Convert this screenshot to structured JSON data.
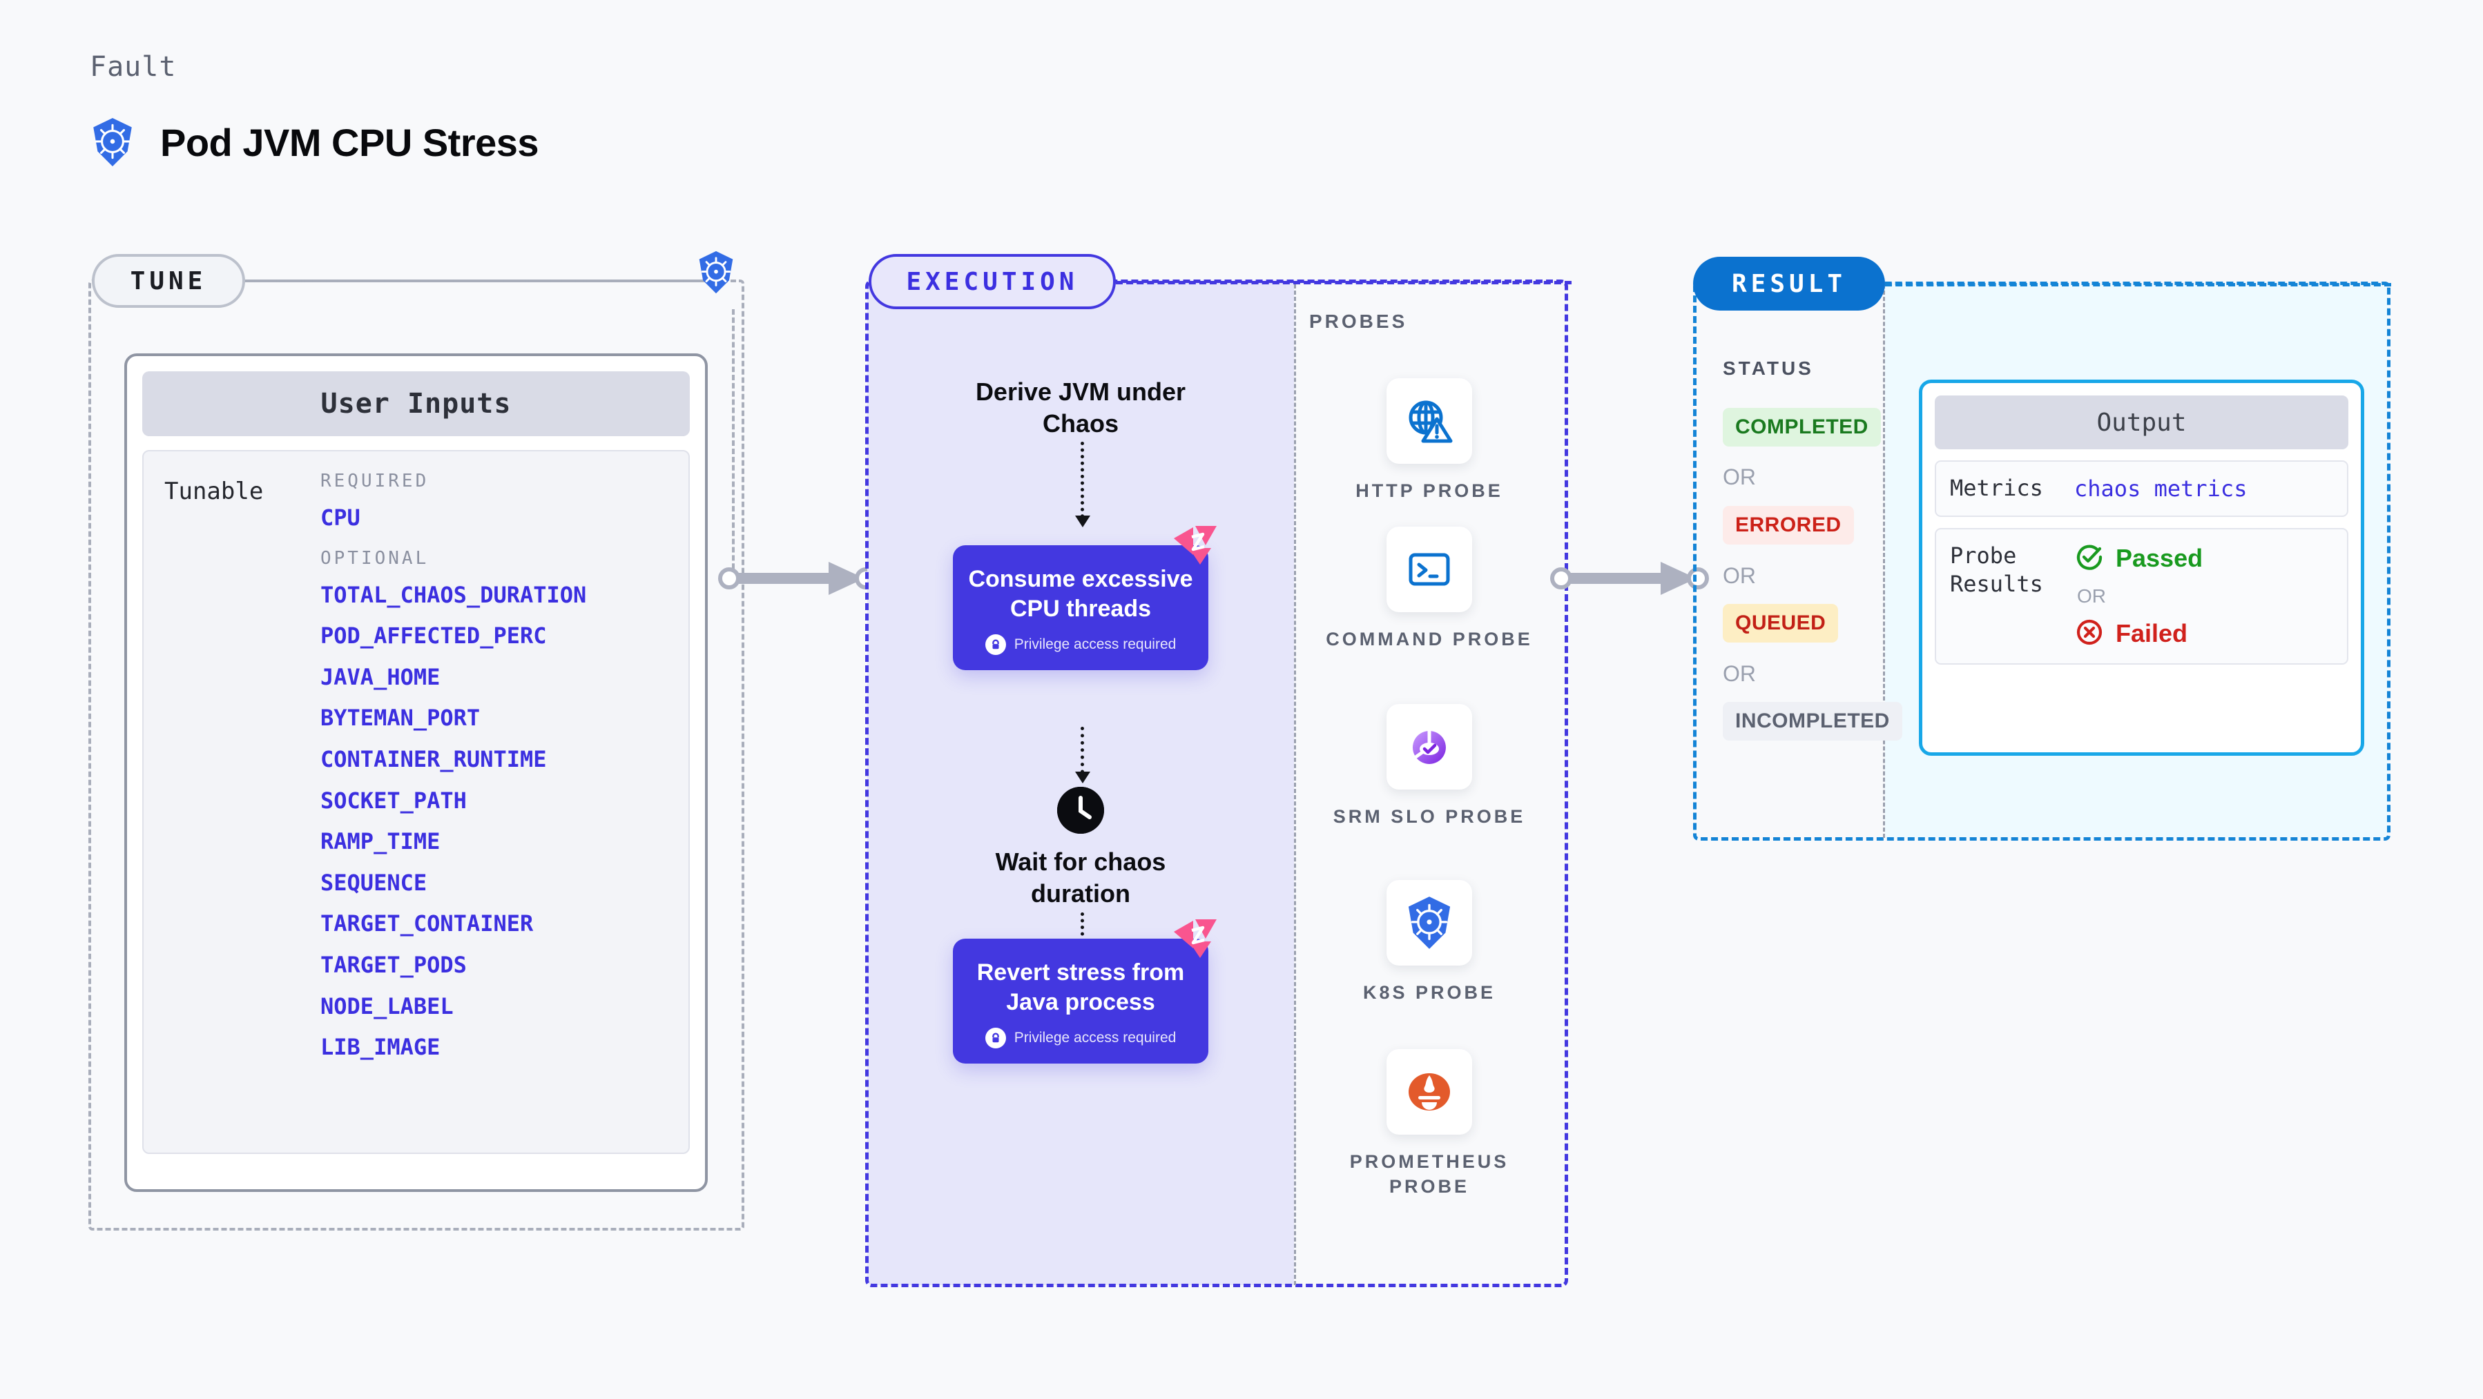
{
  "header": {
    "kicker": "Fault",
    "title": "Pod JVM CPU Stress",
    "icon": "kubernetes-icon"
  },
  "tune": {
    "pill_label": "TUNE",
    "badge_icon": "kubernetes-icon",
    "card": {
      "title": "User Inputs",
      "row_label": "Tunable",
      "groups": [
        {
          "label": "REQUIRED",
          "params": [
            "CPU"
          ]
        },
        {
          "label": "OPTIONAL",
          "params": [
            "TOTAL_CHAOS_DURATION",
            "POD_AFFECTED_PERC",
            "JAVA_HOME",
            "BYTEMAN_PORT",
            "CONTAINER_RUNTIME",
            "SOCKET_PATH",
            "RAMP_TIME",
            "SEQUENCE",
            "TARGET_CONTAINER",
            "TARGET_PODS",
            "NODE_LABEL",
            "LIB_IMAGE"
          ]
        }
      ]
    }
  },
  "execution": {
    "pill_label": "EXECUTION",
    "steps": [
      {
        "kind": "text",
        "label": "Derive JVM under Chaos"
      },
      {
        "kind": "action",
        "label": "Consume excessive CPU threads",
        "note": "Privilege access required",
        "note_icon": "lock-icon",
        "badge_icon": "chaos-badge-icon"
      },
      {
        "kind": "wait",
        "label": "Wait for chaos duration",
        "icon": "clock-icon"
      },
      {
        "kind": "action",
        "label": "Revert stress from Java process",
        "note": "Privilege access required",
        "note_icon": "lock-icon",
        "badge_icon": "chaos-badge-icon"
      }
    ]
  },
  "probes": {
    "label": "PROBES",
    "items": [
      {
        "name": "HTTP PROBE",
        "icon": "globe-warning-icon"
      },
      {
        "name": "COMMAND PROBE",
        "icon": "terminal-icon"
      },
      {
        "name": "SRM SLO PROBE",
        "icon": "srm-slo-icon"
      },
      {
        "name": "K8S PROBE",
        "icon": "kubernetes-icon"
      },
      {
        "name": "PROMETHEUS PROBE",
        "icon": "prometheus-icon"
      }
    ]
  },
  "result": {
    "pill_label": "RESULT",
    "status_label": "STATUS",
    "or_label": "OR",
    "statuses": [
      {
        "text": "COMPLETED",
        "bg": "#dff5df",
        "fg": "#1a7a1f"
      },
      {
        "text": "ERRORED",
        "bg": "#fdebe9",
        "fg": "#cc2118"
      },
      {
        "text": "QUEUED",
        "bg": "#fdeec4",
        "fg": "#c22016"
      },
      {
        "text": "INCOMPLETED",
        "bg": "#eef0f5",
        "fg": "#5b6170"
      }
    ],
    "output": {
      "title": "Output",
      "metrics_key": "Metrics",
      "metrics_value": "chaos metrics",
      "probe_key": "Probe Results",
      "passed_label": "Passed",
      "failed_label": "Failed",
      "or_label": "OR",
      "passed_icon": "check-circle-icon",
      "failed_icon": "x-circle-icon"
    }
  },
  "connectors": [
    {
      "name": "tune-to-execution-arrow"
    },
    {
      "name": "execution-to-result-arrow"
    }
  ],
  "colors": {
    "accent_purple": "#3b2fe0",
    "accent_blue": "#0b72cf",
    "accent_cyan": "#18a7e8",
    "chaos_pink": "#f9558f",
    "k8s_blue": "#326ce5",
    "prometheus_orange": "#e35a2b"
  }
}
